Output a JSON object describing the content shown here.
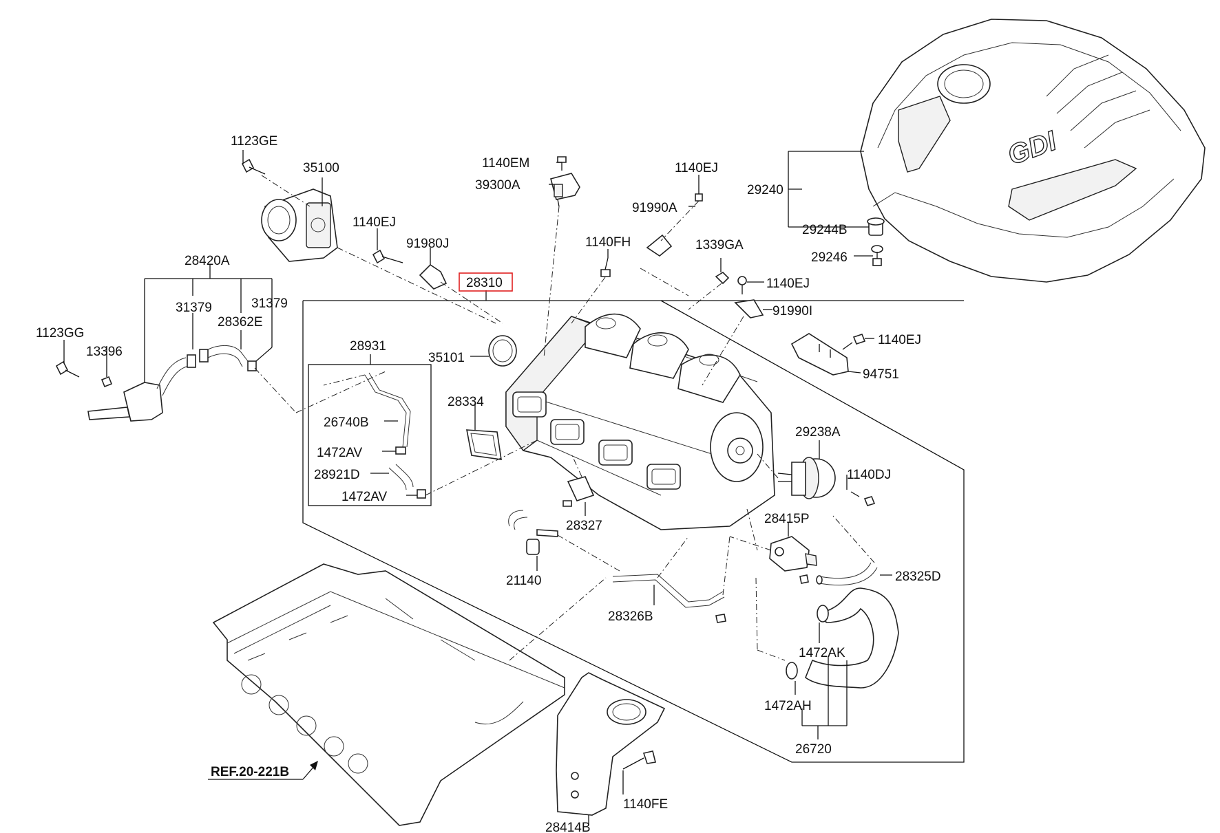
{
  "labels": {
    "l1123GE": "1123GE",
    "l35100": "35100",
    "l1140EM": "1140EM",
    "l39300A": "39300A",
    "l1140EJ_a": "1140EJ",
    "l91990A": "91990A",
    "l29240": "29240",
    "l29244B": "29244B",
    "l29246": "29246",
    "l1140EJ_b": "1140EJ",
    "l91980J": "91980J",
    "l1140FH": "1140FH",
    "l1339GA": "1339GA",
    "l28310": "28310",
    "l1140EJ_c": "1140EJ",
    "l28420A": "28420A",
    "l31379_a": "31379",
    "l31379_b": "31379",
    "l28362E": "28362E",
    "l91990I": "91990I",
    "l1123GG": "1123GG",
    "l13396": "13396",
    "l28931": "28931",
    "l35101": "35101",
    "l1140EJ_d": "1140EJ",
    "l94751": "94751",
    "l28334": "28334",
    "l26740B": "26740B",
    "l1472AV_a": "1472AV",
    "l28921D": "28921D",
    "l1472AV_b": "1472AV",
    "l29238A": "29238A",
    "l1140DJ": "1140DJ",
    "l28327": "28327",
    "l28415P": "28415P",
    "l21140": "21140",
    "l28325D": "28325D",
    "l28326B": "28326B",
    "l1472AK": "1472AK",
    "l1472AH": "1472AH",
    "l26720": "26720",
    "lREF": "REF.20-221B",
    "l1140FE": "1140FE",
    "l28414B": "28414B",
    "engine_cover_logo": "GDI"
  },
  "highlight_color": "#e02020"
}
